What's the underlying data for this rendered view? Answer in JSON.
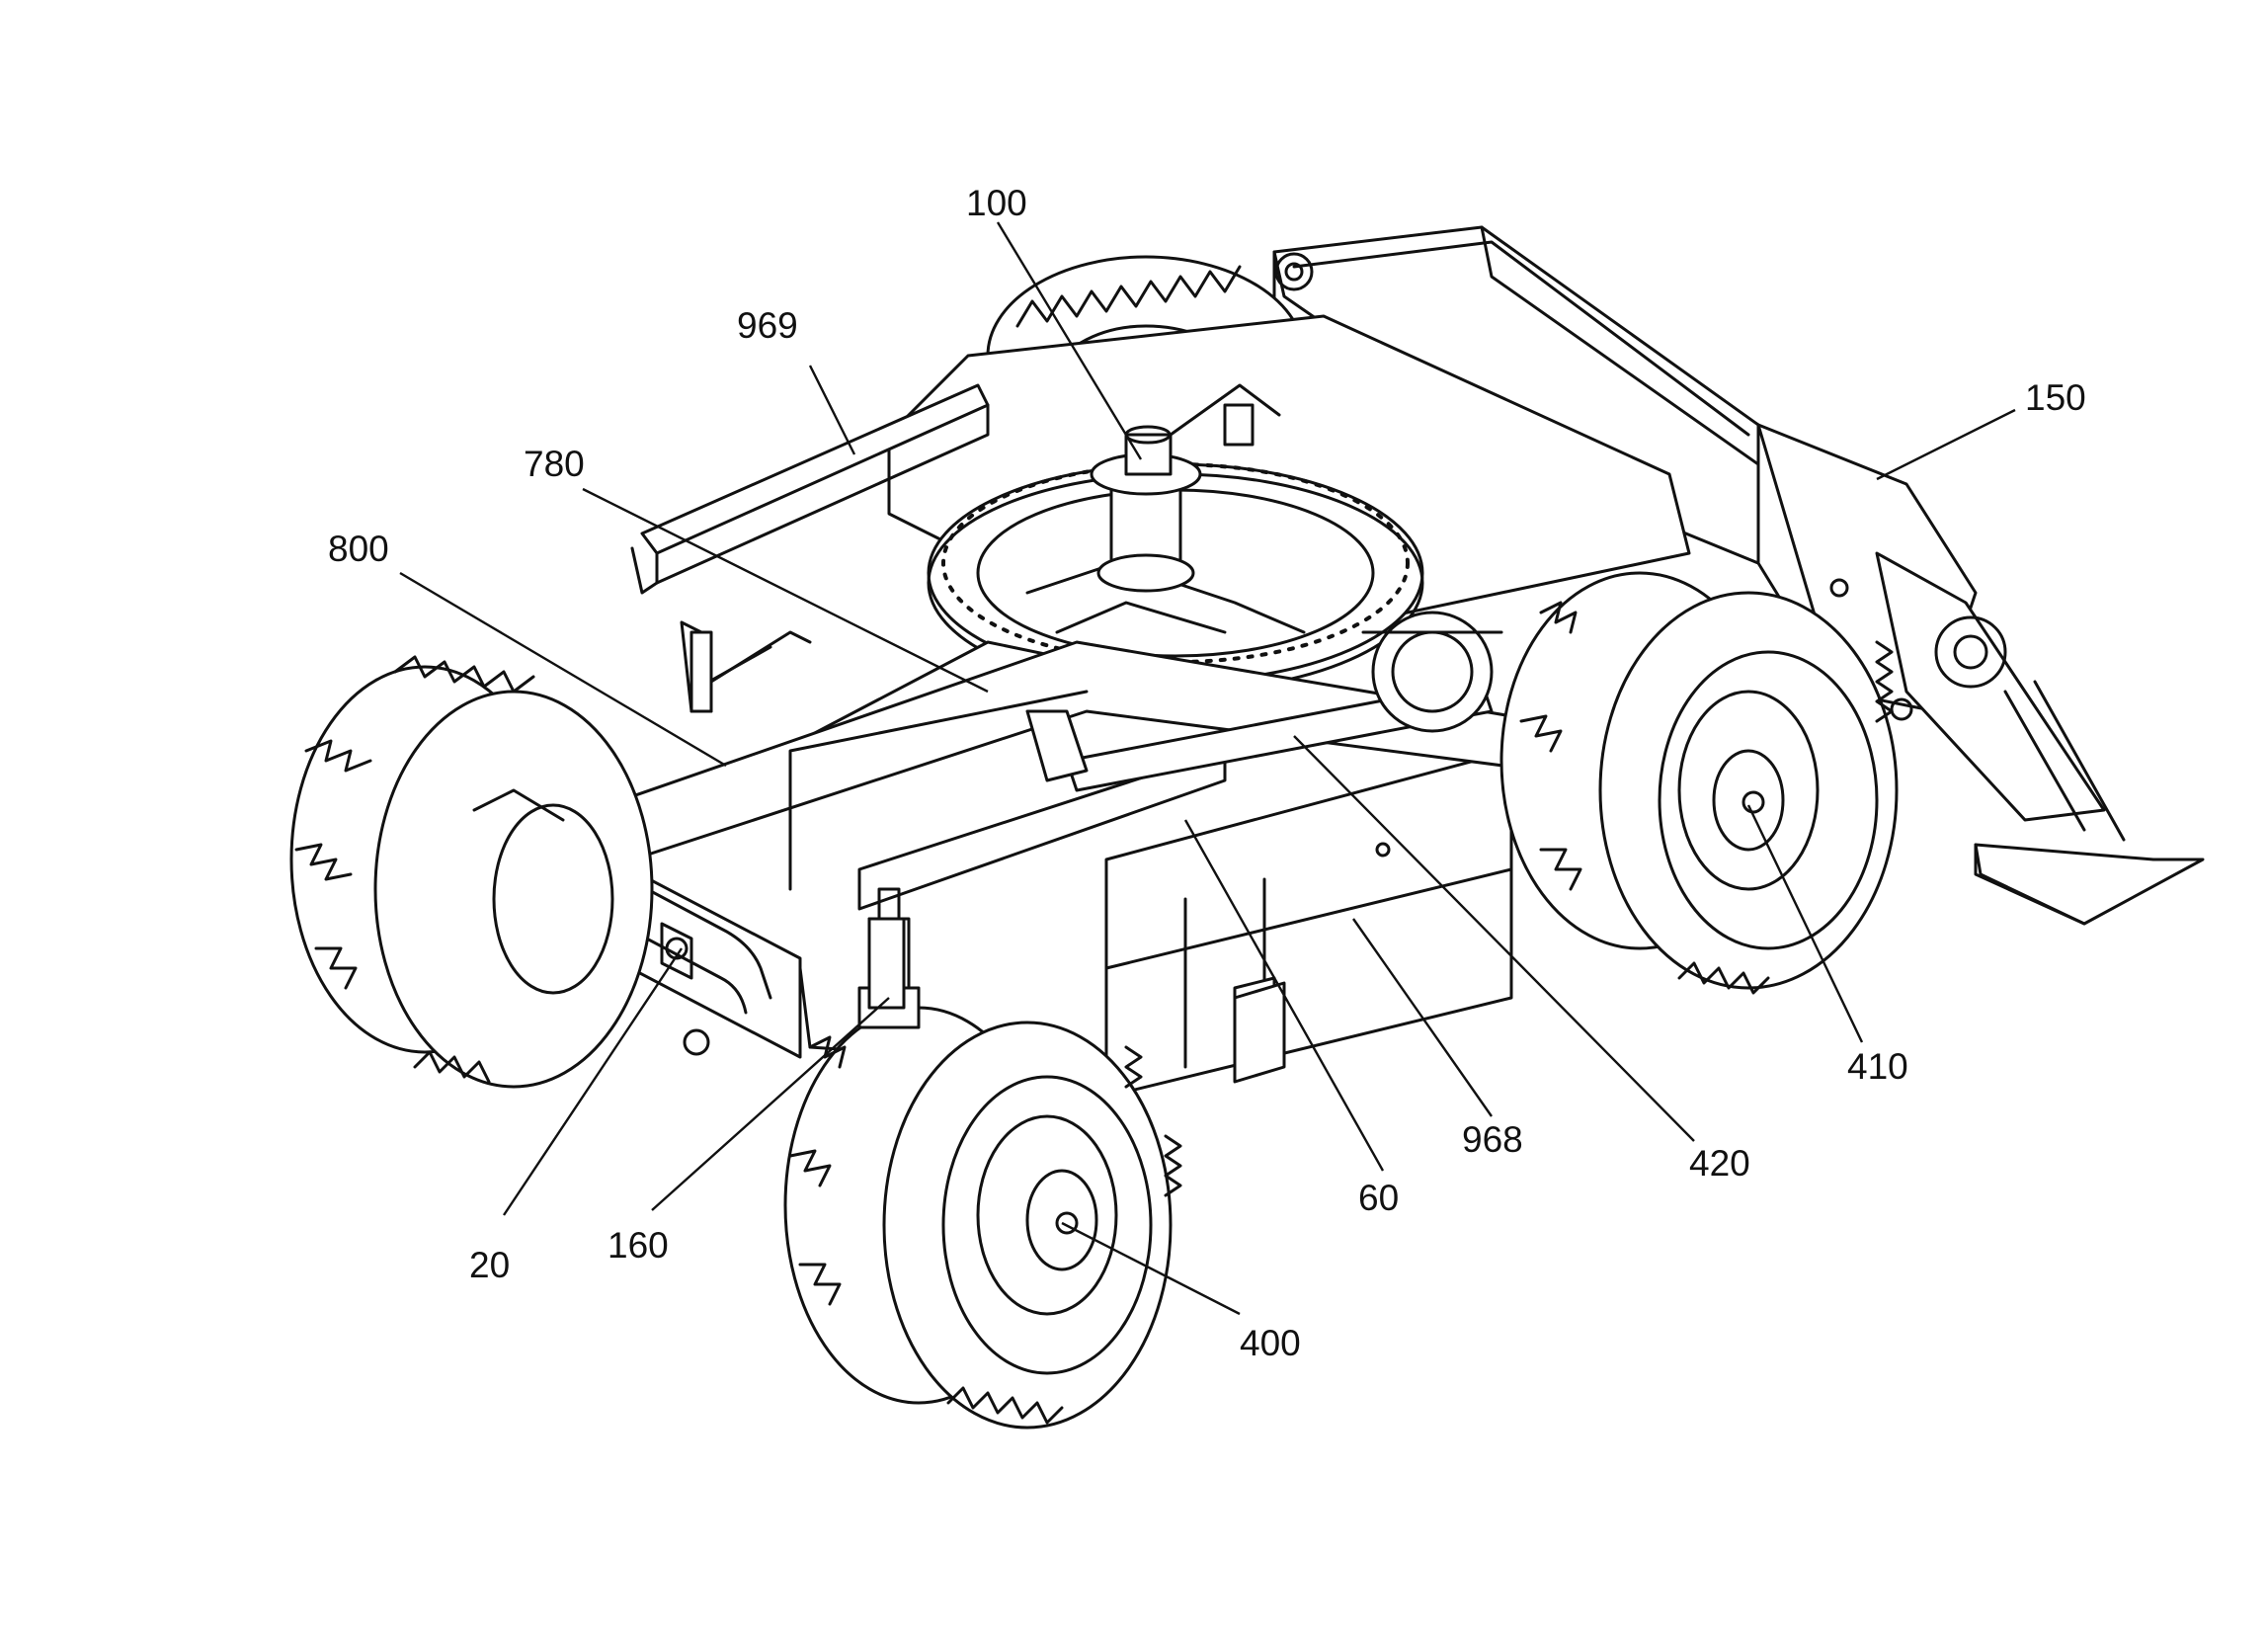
{
  "figure": {
    "labels": [
      {
        "id": "100",
        "text": "100"
      },
      {
        "id": "969",
        "text": "969"
      },
      {
        "id": "150",
        "text": "150"
      },
      {
        "id": "780",
        "text": "780"
      },
      {
        "id": "800",
        "text": "800"
      },
      {
        "id": "410",
        "text": "410"
      },
      {
        "id": "968",
        "text": "968"
      },
      {
        "id": "420",
        "text": "420"
      },
      {
        "id": "60",
        "text": "60"
      },
      {
        "id": "20",
        "text": "20"
      },
      {
        "id": "160",
        "text": "160"
      },
      {
        "id": "400",
        "text": "400"
      }
    ]
  },
  "colors": {
    "ink": "#111111",
    "paper": "#ffffff"
  }
}
